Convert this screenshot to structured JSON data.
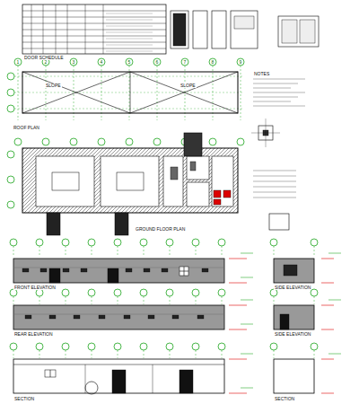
{
  "diagram": {
    "labels": [
      "DOOR SCHEDULE",
      "ROOF PLAN",
      "SLOPE",
      "SLOPE",
      "NOTES",
      "GROUND FLOOR PLAN",
      "FRONT ELEVATION",
      "SIDE ELEVATION",
      "REAR ELEVATION",
      "SIDE ELEVATION",
      "SECTION",
      "SECTION",
      "1",
      "2",
      "3",
      "4",
      "5",
      "6",
      "7",
      "8",
      "9"
    ]
  }
}
